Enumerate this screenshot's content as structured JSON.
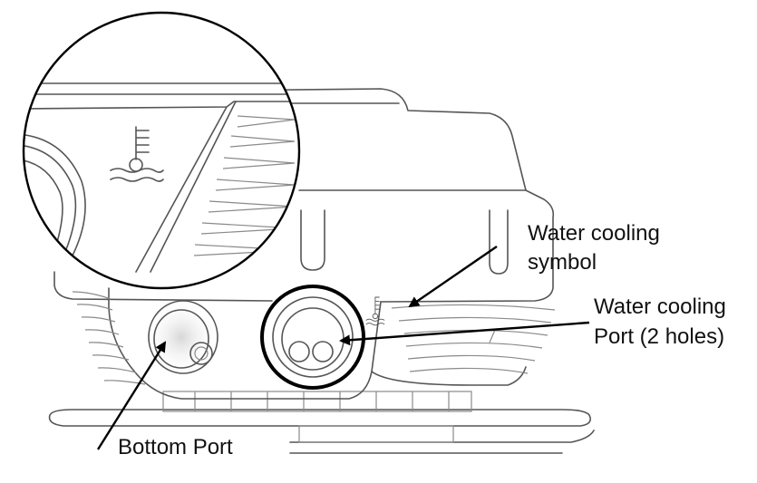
{
  "labels": {
    "water_cooling_symbol_line1": "Water cooling",
    "water_cooling_symbol_line2": "symbol",
    "water_cooling_port_line1": "Water cooling",
    "water_cooling_port_line2": "Port (2 holes)",
    "bottom_port": "Bottom Port"
  },
  "colors": {
    "outline": "#555555",
    "highlight": "#000000",
    "background": "#ffffff"
  },
  "icons": [
    "water-cooling-icon"
  ]
}
